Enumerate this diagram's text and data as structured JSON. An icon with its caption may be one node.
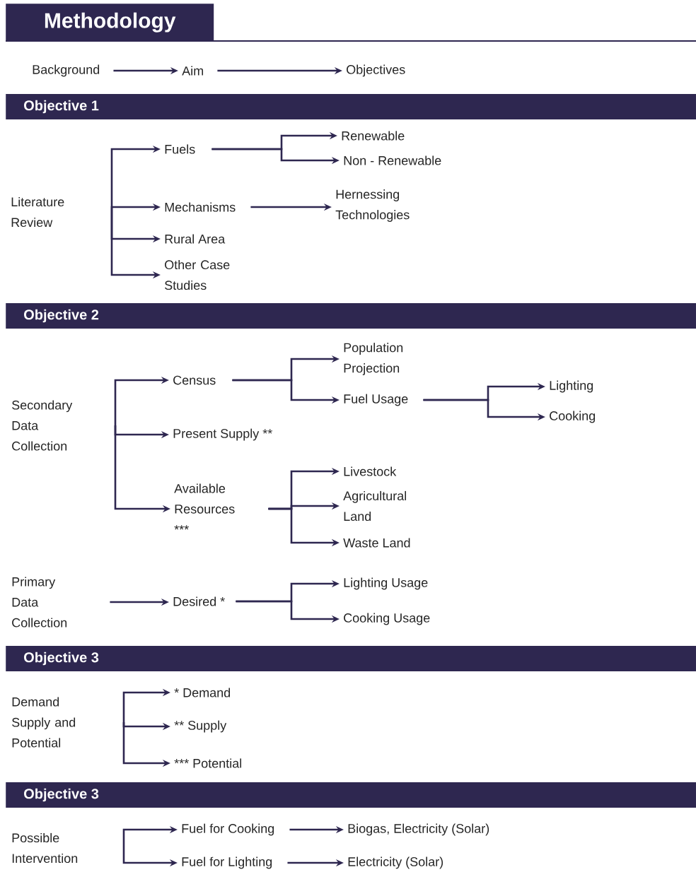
{
  "diagram": {
    "title": "Methodology",
    "nodes": [
      {
        "text": [
          "Background"
        ]
      },
      {
        "text": [
          "Aim"
        ]
      },
      {
        "text": [
          "Objectives"
        ]
      },
      {
        "text": [
          "Objective 1"
        ]
      },
      {
        "text": [
          "Literature Review"
        ]
      },
      {
        "text": [
          "Fuels"
        ]
      },
      {
        "text": [
          "Renewable"
        ]
      },
      {
        "text": [
          "Non - Renewable"
        ]
      },
      {
        "text": [
          "Mechanisms"
        ]
      },
      {
        "text": [
          "Hernessing Technologies"
        ]
      },
      {
        "text": [
          "Rural Area"
        ]
      },
      {
        "text": [
          "Other Case Studies"
        ]
      },
      {
        "text": [
          "Objective 2"
        ]
      },
      {
        "text": [
          "Secondary Data Collection"
        ]
      },
      {
        "text": [
          "Census"
        ]
      },
      {
        "text": [
          "Population Projection"
        ]
      },
      {
        "text": [
          "Fuel Usage"
        ]
      },
      {
        "text": [
          "Lighting"
        ]
      },
      {
        "text": [
          "Cooking"
        ]
      },
      {
        "text": [
          "Present Supply **"
        ]
      },
      {
        "text": [
          "Available Resources ***"
        ]
      },
      {
        "text": [
          "Livestock"
        ]
      },
      {
        "text": [
          "Agricultural Land"
        ]
      },
      {
        "text": [
          "Waste Land"
        ]
      },
      {
        "text": [
          "Primary Data Collection"
        ]
      },
      {
        "text": [
          "Desired *"
        ]
      },
      {
        "text": [
          "Lighting Usage"
        ]
      },
      {
        "text": [
          "Cooking Usage"
        ]
      },
      {
        "text": [
          "Objective 3"
        ]
      },
      {
        "text": [
          "Demand Supply and Potential"
        ]
      },
      {
        "text": [
          "* Demand"
        ]
      },
      {
        "text": [
          "** Supply"
        ]
      },
      {
        "text": [
          "*** Potential"
        ]
      },
      {
        "text": [
          "Objective 3"
        ]
      },
      {
        "text": [
          "Possible Intervention"
        ]
      },
      {
        "text": [
          "Fuel for Cooking"
        ]
      },
      {
        "text": [
          "Fuel for Lighting"
        ]
      },
      {
        "text": [
          "Biogas, Electricity (Solar)"
        ]
      },
      {
        "text": [
          "Electricity (Solar)"
        ]
      }
    ],
    "edges": [
      {
        "from": 0,
        "to": 1,
        "arrow": "to"
      },
      {
        "from": 1,
        "to": 2,
        "arrow": "to"
      },
      {
        "from": 4,
        "to": 5,
        "arrow": "to"
      },
      {
        "from": 4,
        "to": 8,
        "arrow": "to"
      },
      {
        "from": 4,
        "to": 10,
        "arrow": "to"
      },
      {
        "from": 4,
        "to": 11,
        "arrow": "to"
      },
      {
        "from": 5,
        "to": 6,
        "arrow": "to"
      },
      {
        "from": 5,
        "to": 7,
        "arrow": "to"
      },
      {
        "from": 8,
        "to": 9,
        "arrow": "to"
      },
      {
        "from": 13,
        "to": 14,
        "arrow": "to"
      },
      {
        "from": 13,
        "to": 19,
        "arrow": "to"
      },
      {
        "from": 13,
        "to": 20,
        "arrow": "to"
      },
      {
        "from": 14,
        "to": 15,
        "arrow": "to"
      },
      {
        "from": 14,
        "to": 16,
        "arrow": "to"
      },
      {
        "from": 16,
        "to": 17,
        "arrow": "to"
      },
      {
        "from": 16,
        "to": 18,
        "arrow": "to"
      },
      {
        "from": 20,
        "to": 21,
        "arrow": "to"
      },
      {
        "from": 20,
        "to": 22,
        "arrow": "to"
      },
      {
        "from": 20,
        "to": 23,
        "arrow": "to"
      },
      {
        "from": 24,
        "to": 25,
        "arrow": "to"
      },
      {
        "from": 25,
        "to": 26,
        "arrow": "to"
      },
      {
        "from": 25,
        "to": 27,
        "arrow": "to"
      },
      {
        "from": 29,
        "to": 30,
        "arrow": "to"
      },
      {
        "from": 29,
        "to": 31,
        "arrow": "to"
      },
      {
        "from": 29,
        "to": 32,
        "arrow": "to"
      },
      {
        "from": 34,
        "to": 35,
        "arrow": "to"
      },
      {
        "from": 34,
        "to": 36,
        "arrow": "to"
      },
      {
        "from": 35,
        "to": 37,
        "arrow": "to"
      },
      {
        "from": 36,
        "to": 38,
        "arrow": "to"
      }
    ]
  }
}
